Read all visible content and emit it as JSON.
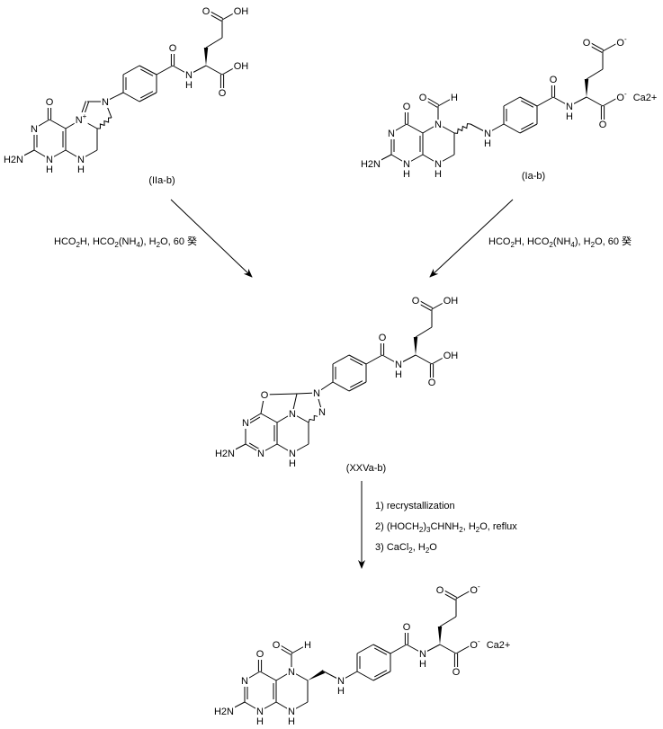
{
  "molecules": {
    "IIa": {
      "name": "(IIa-b)",
      "atoms": {
        "N3": "N",
        "N1": "N",
        "N1H": "H",
        "N8": "N",
        "N8H": "H",
        "N5": "N+",
        "O4": "O",
        "N2": "H2N",
        "Nim": "N",
        "Oc": "O",
        "Na": "N",
        "NaH": "H",
        "Od1": "O",
        "Od2": "OH",
        "Ox1": "OH",
        "Ox2": "O"
      }
    },
    "Ia": {
      "name": "(Ia-b)",
      "atoms": {
        "N3": "N",
        "N1": "N",
        "N1H": "H",
        "N8": "N",
        "N8H": "H",
        "N5": "N",
        "O4": "O",
        "N2": "H2N",
        "Of": "O",
        "Hf": "H",
        "Nl": "N",
        "NlH": "H",
        "Oc": "O",
        "Na": "N",
        "NaH": "H",
        "Od1": "O",
        "Od2": "O-",
        "Ox1": "O-",
        "Ox2": "O",
        "Ion": "Ca2+"
      }
    },
    "XXVa": {
      "name": "(XXVa-b)",
      "atoms": {
        "N3": "N",
        "N1": "N",
        "N8": "N",
        "N8H": "H",
        "N5": "N",
        "O4": "O",
        "N2": "H2N",
        "Nz": "N",
        "Nw": "N",
        "Oc": "O",
        "Na": "N",
        "NaH": "H",
        "Od1": "O",
        "Od2": "OH",
        "Ox1": "OH",
        "Ox2": "O"
      }
    },
    "product": {
      "atoms": {
        "N3": "N",
        "N1": "N",
        "N1H": "H",
        "N8": "N",
        "N8H": "H",
        "N5": "N",
        "O4": "O",
        "N2": "H2N",
        "Of": "O",
        "Hf": "H",
        "Nl": "N",
        "NlH": "H",
        "Oc": "O",
        "Na": "N",
        "NaH": "H",
        "Od1": "O",
        "Od2": "O-",
        "Ox1": "O-",
        "Ox2": "O",
        "Ion": "Ca2+"
      }
    }
  },
  "conditions": {
    "left": "HCO2H, HCO2(NH4), H2O, 60 癸",
    "right": "HCO2H, HCO2(NH4), H2O, 60 癸",
    "steps": [
      "1) recrystallization",
      "2) (HOCH2)3CHNH2, H2O, reflux",
      "3) CaCl2, H2O"
    ]
  }
}
